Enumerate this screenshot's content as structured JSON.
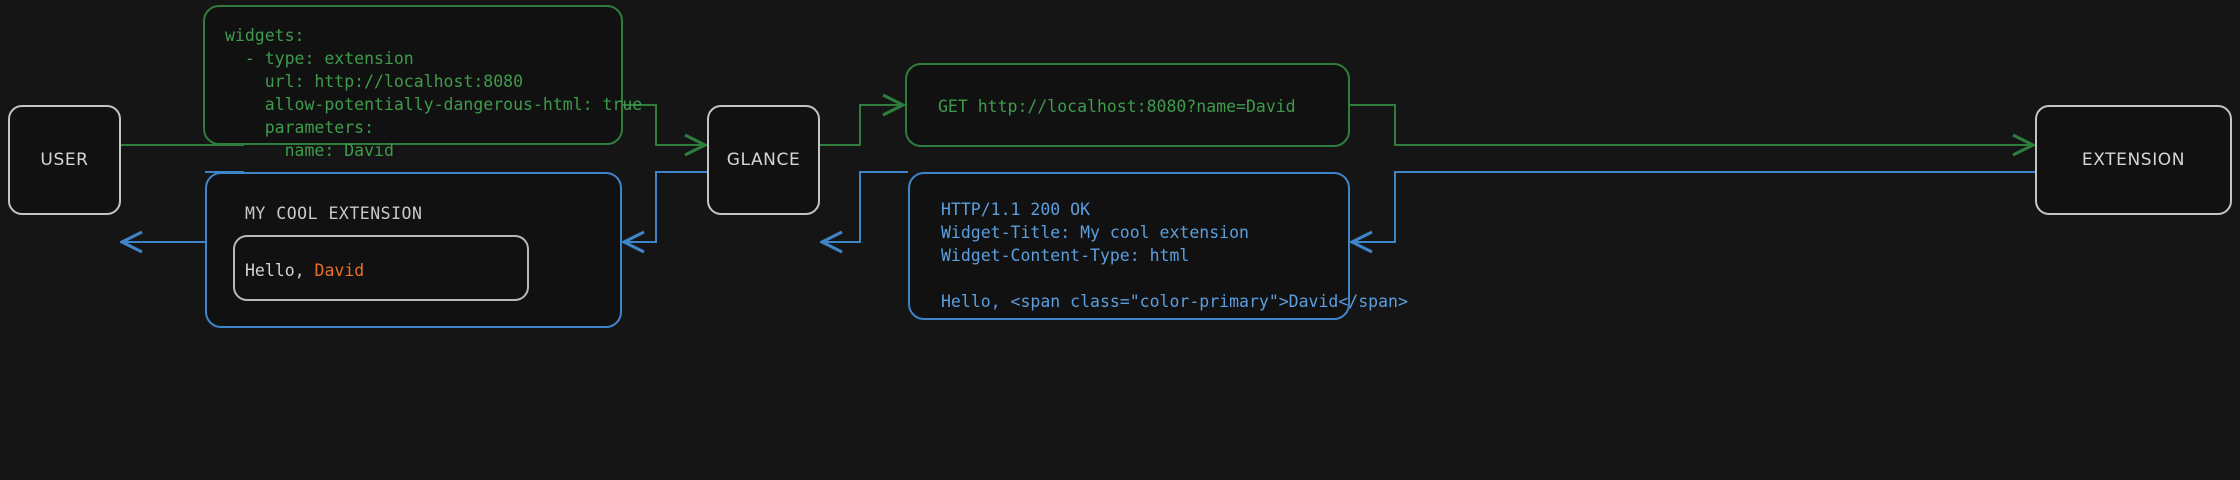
{
  "theme": {
    "background": "#151515",
    "panel": "#111111",
    "node_border": "#c4c4c4",
    "node_text": "#d6d6d6",
    "request_green": "#3f9b4c",
    "request_green_border": "#2f7d3c",
    "response_blue": "#5b9fe0",
    "response_blue_border": "#3e84c8",
    "accent_orange": "#e8702a",
    "widget_text": "#d3d3d3"
  },
  "nodes": {
    "user": {
      "label": "USER"
    },
    "glance": {
      "label": "GLANCE"
    },
    "extension": {
      "label": "EXTENSION"
    }
  },
  "messages": {
    "config": {
      "kind": "yaml-config",
      "color": "green",
      "lines": [
        "widgets:",
        "  - type: extension",
        "    url: http://localhost:8080",
        "    allow-potentially-dangerous-html: true",
        "    parameters:",
        "      name: David"
      ],
      "text": "widgets:\n  - type: extension\n    url: http://localhost:8080\n    allow-potentially-dangerous-html: true\n    parameters:\n      name: David"
    },
    "http_request": {
      "kind": "http-request",
      "color": "green",
      "lines": [
        "GET http://localhost:8080?name=David"
      ],
      "text": "GET http://localhost:8080?name=David"
    },
    "http_response": {
      "kind": "http-response",
      "color": "blue",
      "lines": [
        "HTTP/1.1 200 OK",
        "Widget-Title: My cool extension",
        "Widget-Content-Type: html",
        "",
        "Hello, <span class=\"color-primary\">David</span>"
      ],
      "text": "HTTP/1.1 200 OK\nWidget-Title: My cool extension\nWidget-Content-Type: html\n\nHello, <span class=\"color-primary\">David</span>"
    },
    "rendered_widget": {
      "kind": "rendered-widget",
      "color": "blue",
      "title": "MY COOL EXTENSION",
      "body_prefix": "Hello, ",
      "body_accent": "David"
    }
  },
  "flow": {
    "request_direction": "left-to-right",
    "response_direction": "right-to-left",
    "request_color": "#2f7d3c",
    "response_color": "#3e84c8",
    "steps": [
      "USER provides config",
      "GLANCE builds request",
      "EXTENSION returns response",
      "GLANCE renders widget",
      "USER sees widget"
    ]
  }
}
